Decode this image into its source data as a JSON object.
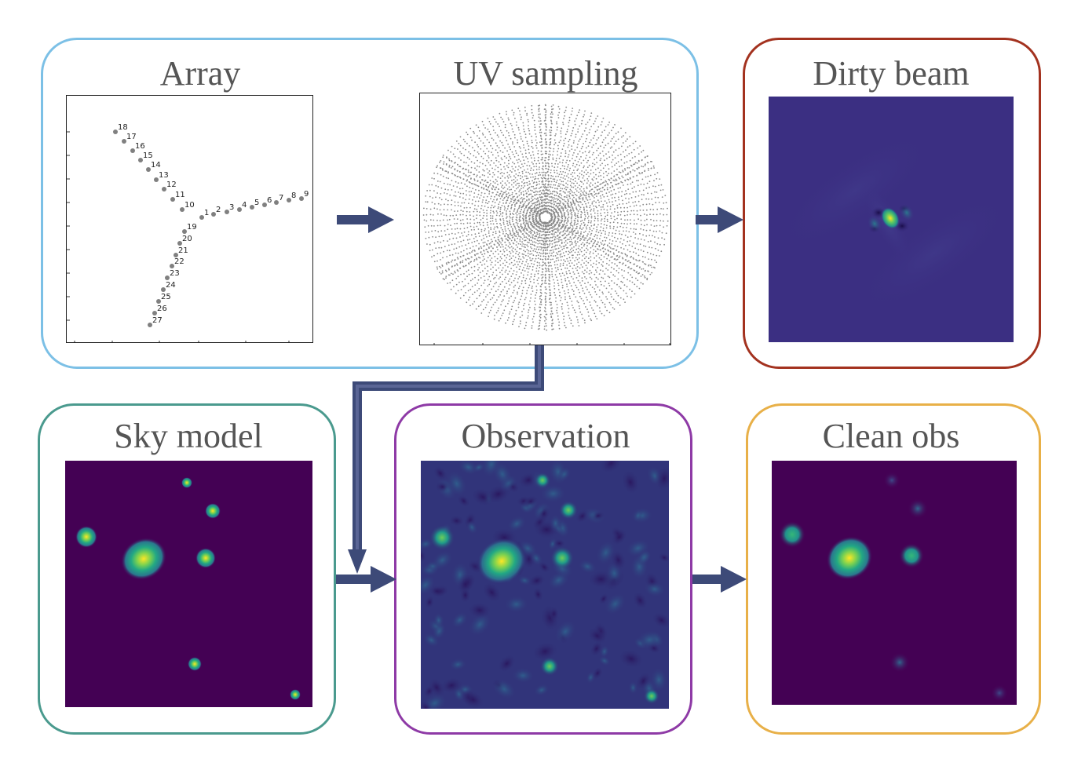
{
  "titles": {
    "array": "Array",
    "uv_sampling": "UV sampling",
    "dirty_beam": "Dirty beam",
    "sky_model": "Sky model",
    "observation": "Observation",
    "clean_obs": "Clean obs"
  },
  "box_colors": {
    "top_group": "#7cc0e6",
    "dirty_beam": "#a3321f",
    "sky_model": "#4a9a8e",
    "observation": "#8e3aa6",
    "clean_obs": "#e8b048"
  },
  "arrow_color": "#3d4a78",
  "antennas": [
    "1",
    "2",
    "3",
    "4",
    "5",
    "6",
    "7",
    "8",
    "9",
    "10",
    "11",
    "12",
    "13",
    "14",
    "15",
    "16",
    "17",
    "18",
    "19",
    "20",
    "21",
    "22",
    "23",
    "24",
    "25",
    "26",
    "27"
  ],
  "colors": {
    "viridis_bg": "#440154",
    "beam_bg": "#3b2f82",
    "obs_bg": "#32327a",
    "uv_points": "#8a8a8a",
    "antenna_points": "#808080"
  }
}
